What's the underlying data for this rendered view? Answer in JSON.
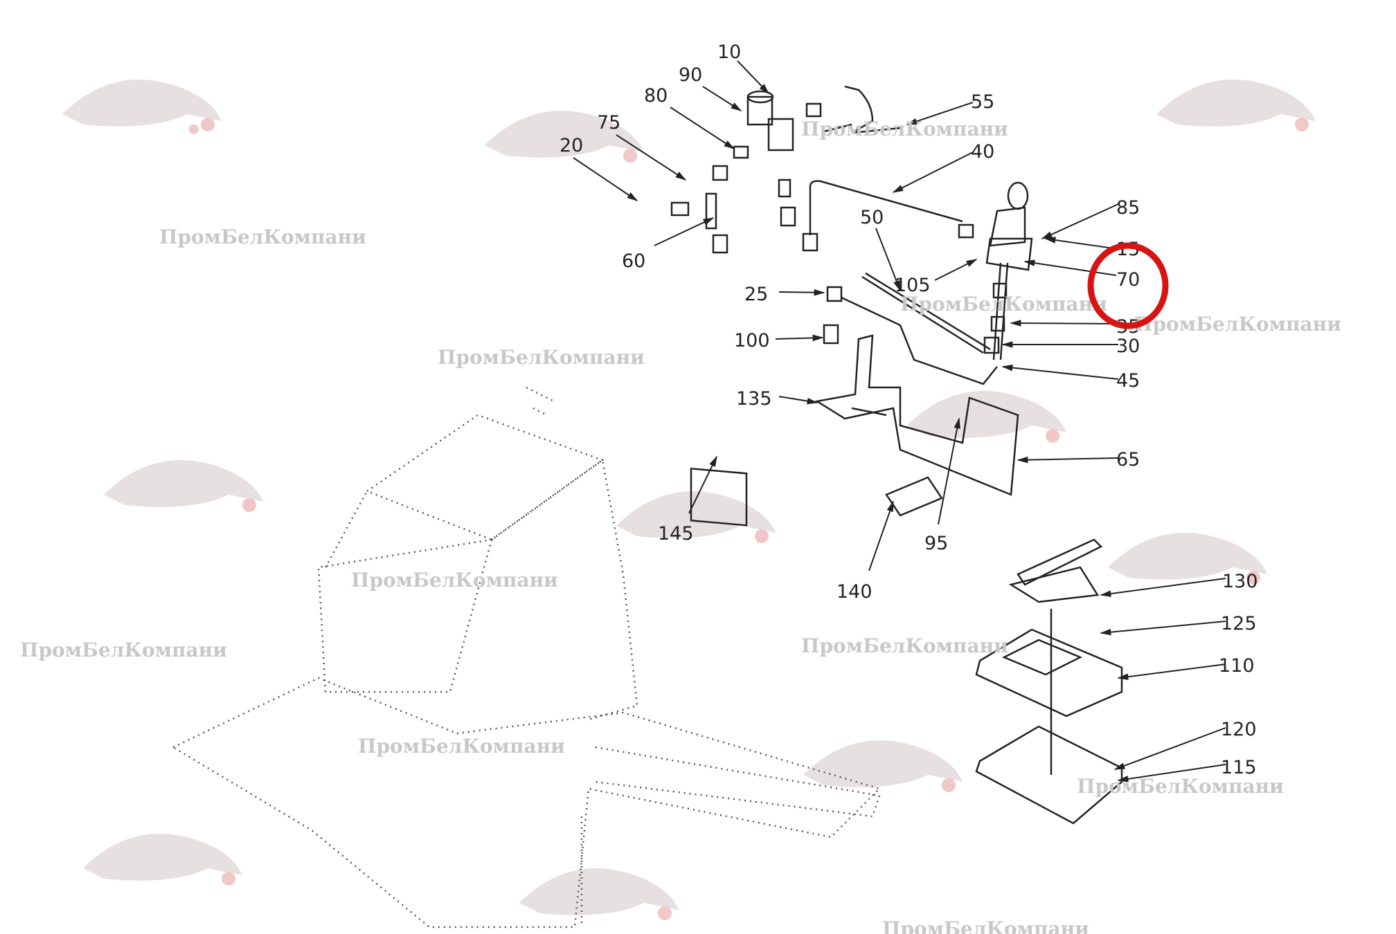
{
  "diagram": {
    "callouts": [
      "10",
      "90",
      "80",
      "75",
      "20",
      "55",
      "40",
      "85",
      "15",
      "70",
      "35",
      "30",
      "45",
      "50",
      "105",
      "25",
      "100",
      "60",
      "135",
      "65",
      "145",
      "95",
      "140",
      "130",
      "125",
      "110",
      "120",
      "115"
    ],
    "highlighted_callout": "70",
    "highlight_color": "#d81313",
    "watermark_text": "ПромБелКомпани"
  }
}
